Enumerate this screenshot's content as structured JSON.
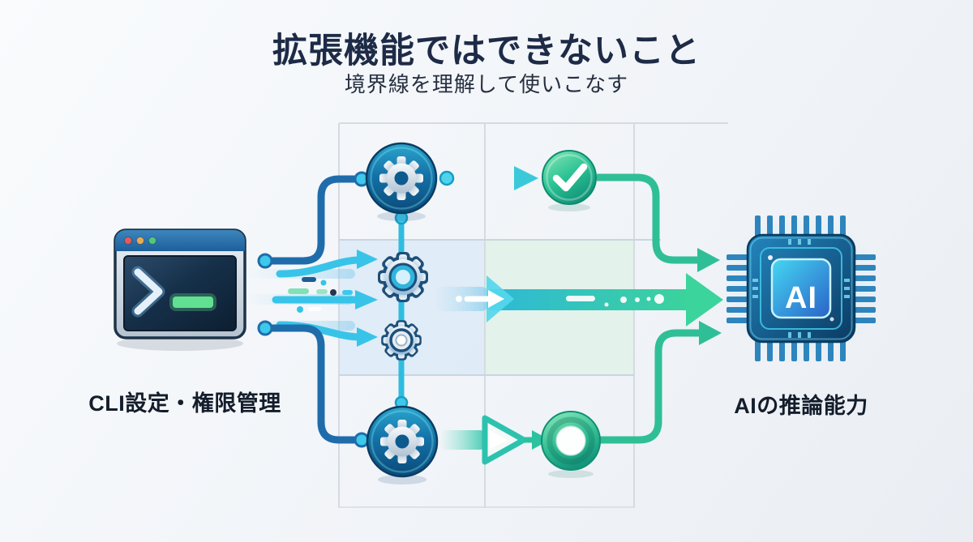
{
  "header": {
    "title": "拡張機能ではできないこと",
    "subtitle": "境界線を理解して使いこなす"
  },
  "nodes": {
    "terminal": {
      "label": "CLI設定・権限管理",
      "icon": "terminal-window-icon"
    },
    "process_top": {
      "icon": "gear-badge-icon"
    },
    "process_mid_large": {
      "icon": "gear-outline-icon"
    },
    "process_mid_small": {
      "icon": "gear-outline-icon"
    },
    "process_bottom": {
      "icon": "gear-badge-icon"
    },
    "approved": {
      "icon": "checkmark-circle-icon"
    },
    "pending": {
      "icon": "ring-circle-icon"
    },
    "ai_chip": {
      "label": "AIの推論能力",
      "chip_text": "AI",
      "icon": "ai-chip-icon"
    }
  },
  "colors": {
    "background": "#f1f4f8",
    "title_text": "#1d2b47",
    "grid_line": "#d6dbe1",
    "cell_blue": "#dbeaf6",
    "cell_green": "#e1f1e8",
    "line_dark_blue": "#1f6cab",
    "line_cyan": "#35c4e6",
    "line_green": "#2fbf97",
    "check_green": "#1fa886",
    "gear_badge_blue": "#0d5a8e",
    "chip_core_start": "#45d7f2",
    "chip_core_end": "#2a62c8",
    "terminal_screen": "#14293e",
    "terminal_cursor_green": "#62e092"
  }
}
